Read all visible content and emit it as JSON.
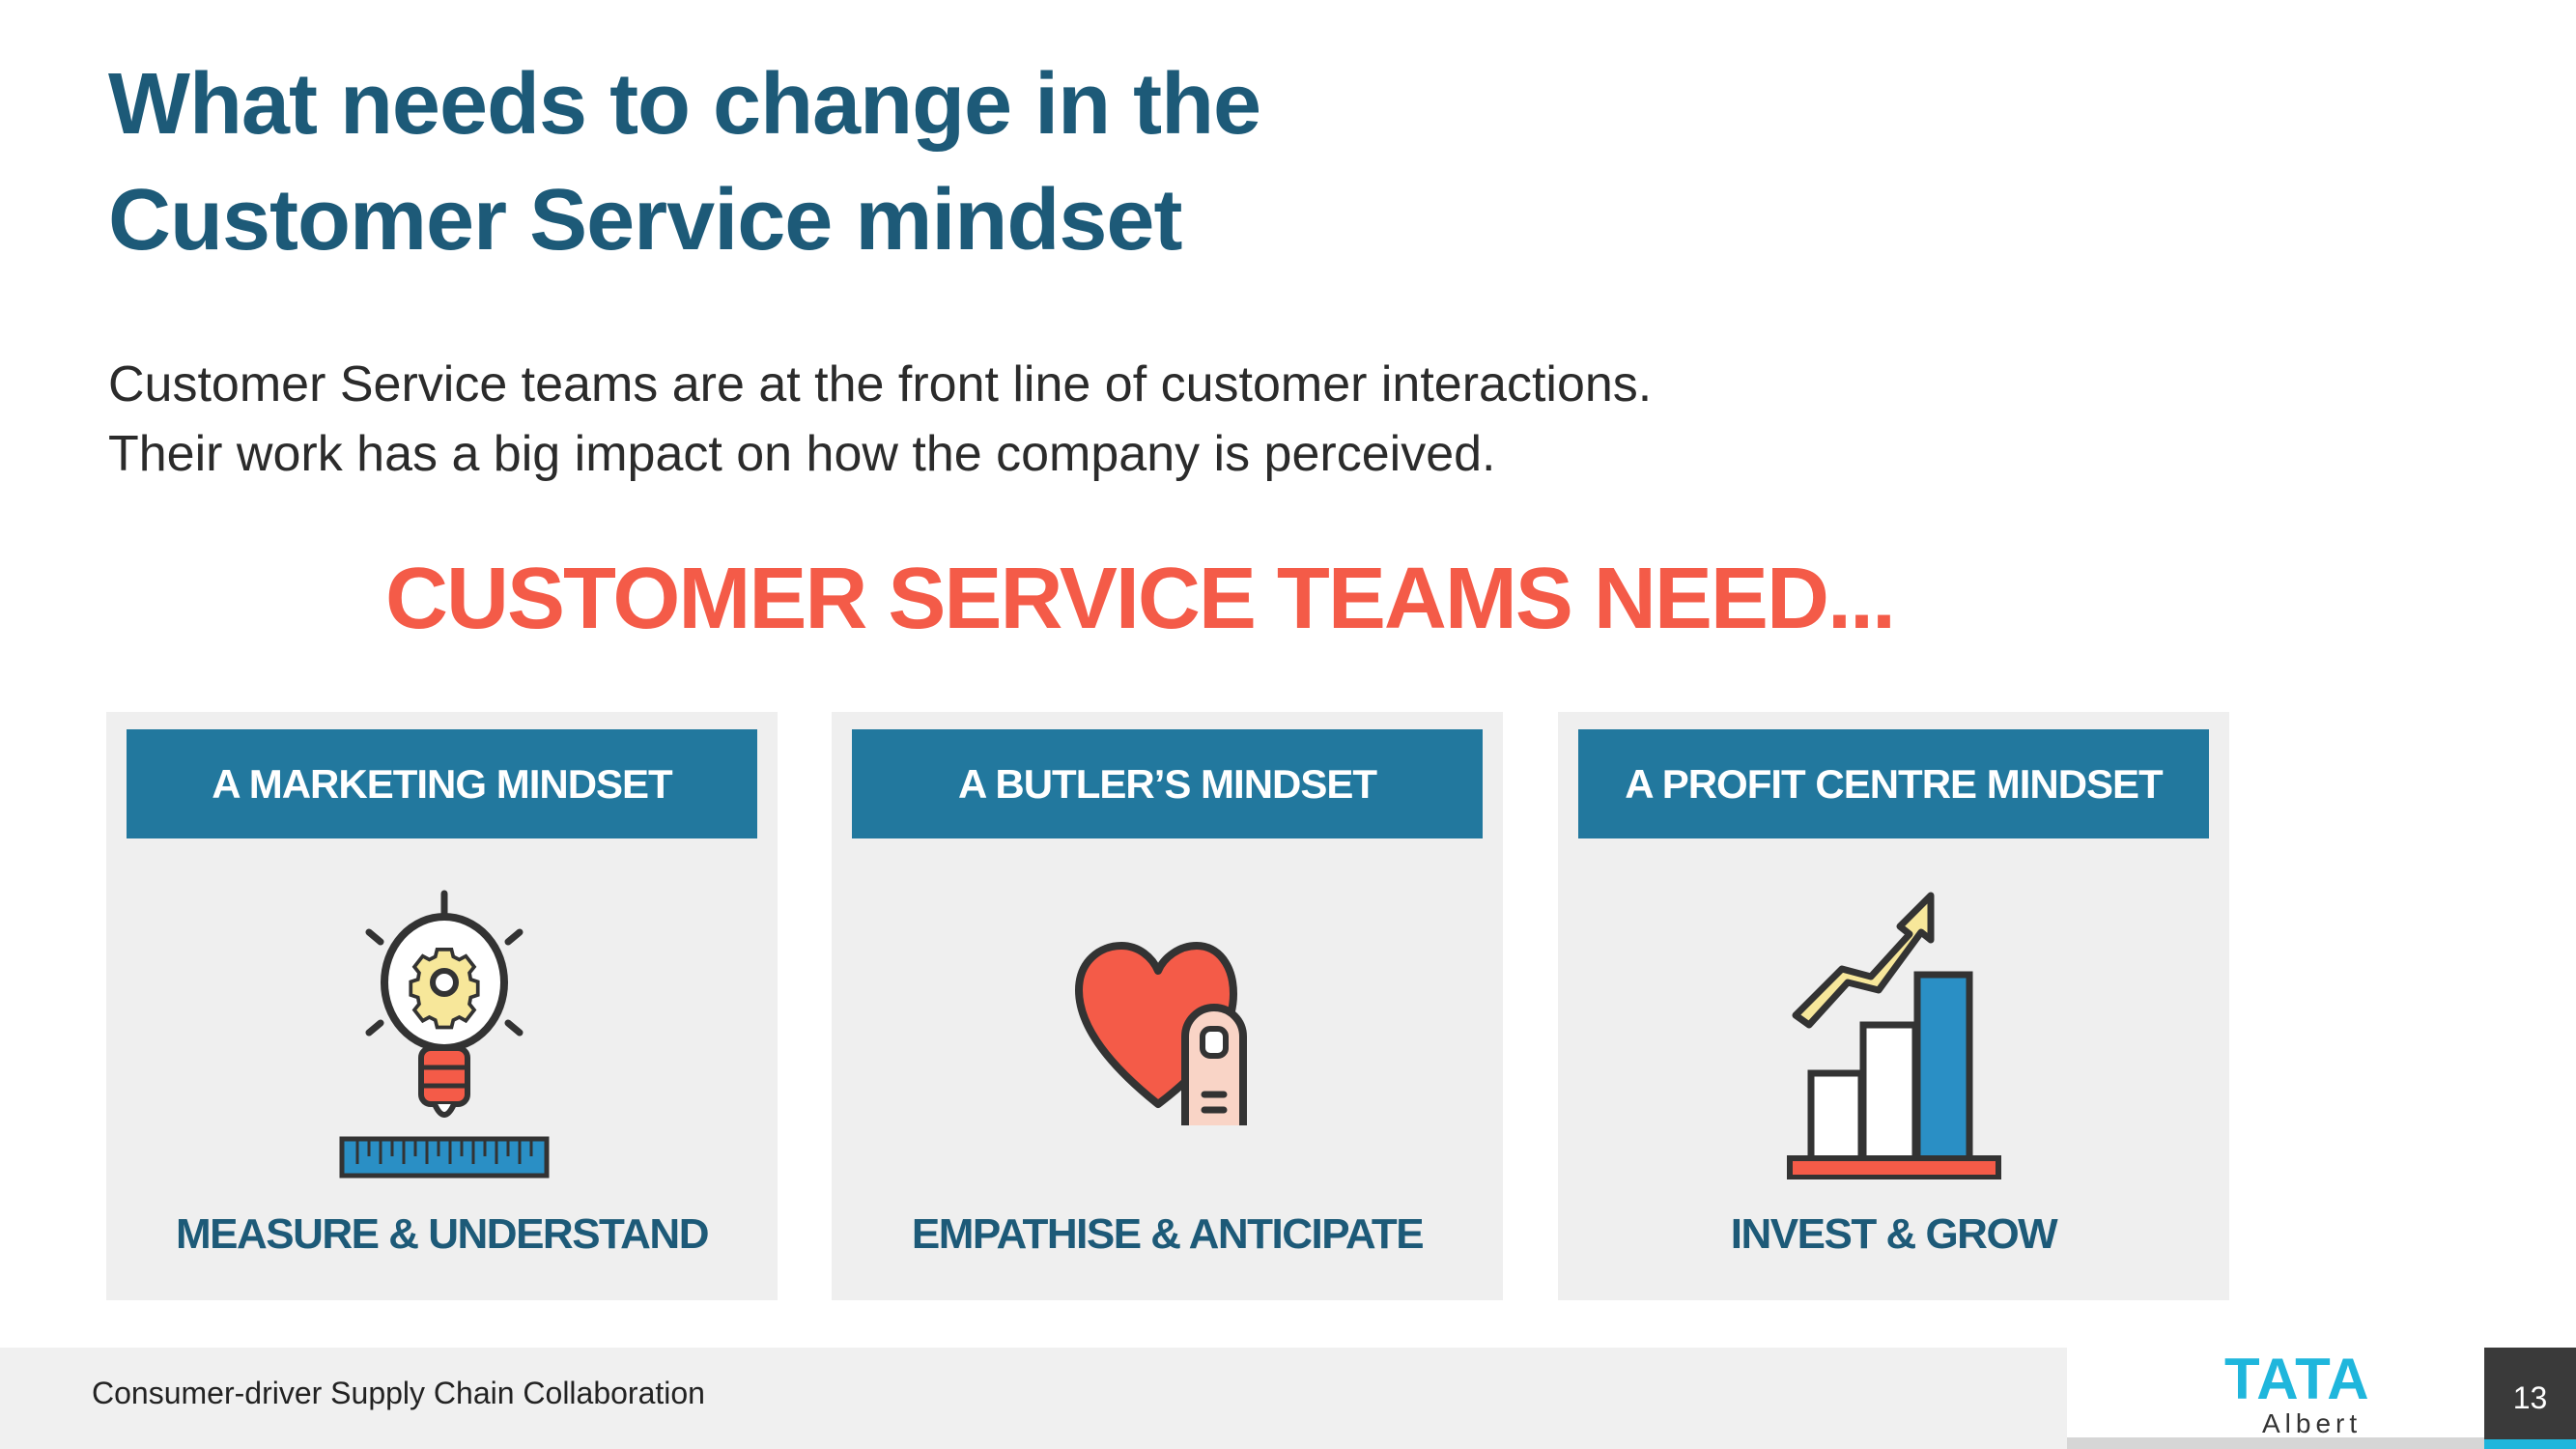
{
  "title": {
    "line1": "What needs to change in the",
    "line2": "Customer Service mindset"
  },
  "intro": {
    "line1": "Customer Service teams are at the front line of customer interactions.",
    "line2": "Their work has a big impact on how the company is perceived."
  },
  "heading": "CUSTOMER SERVICE TEAMS NEED...",
  "cards": [
    {
      "header": "A MARKETING MINDSET",
      "footer": "MEASURE & UNDERSTAND",
      "icon": "lightbulb-gear-icon"
    },
    {
      "header": "A BUTLER’S MINDSET",
      "footer": "EMPATHISE & ANTICIPATE",
      "icon": "heart-finger-icon"
    },
    {
      "header": "A PROFIT CENTRE MINDSET",
      "footer": "INVEST & GROW",
      "icon": "growth-chart-icon"
    }
  ],
  "footer": {
    "text": "Consumer-driver Supply Chain Collaboration",
    "logo_top": "TATA",
    "logo_bottom": "Albert",
    "page_number": "13"
  },
  "colors": {
    "title": "#1d5a78",
    "accent_red": "#f45b48",
    "header_blue": "#22789e",
    "logo_cyan": "#1fb6dc"
  }
}
